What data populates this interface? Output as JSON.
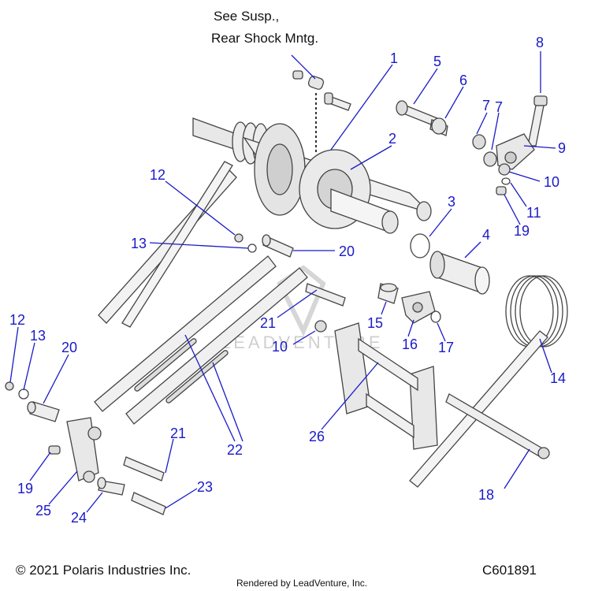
{
  "reference_note": {
    "line1": "See Susp.,",
    "line2": "Rear Shock Mntg."
  },
  "callouts": [
    {
      "id": "c1",
      "label": "1"
    },
    {
      "id": "c2",
      "label": "2"
    },
    {
      "id": "c3",
      "label": "3"
    },
    {
      "id": "c4",
      "label": "4"
    },
    {
      "id": "c5",
      "label": "5"
    },
    {
      "id": "c6",
      "label": "6"
    },
    {
      "id": "c7a",
      "label": "7"
    },
    {
      "id": "c7b",
      "label": "7"
    },
    {
      "id": "c8",
      "label": "8"
    },
    {
      "id": "c9",
      "label": "9"
    },
    {
      "id": "c10a",
      "label": "10"
    },
    {
      "id": "c10b",
      "label": "10"
    },
    {
      "id": "c11",
      "label": "11"
    },
    {
      "id": "c12a",
      "label": "12"
    },
    {
      "id": "c12b",
      "label": "12"
    },
    {
      "id": "c13a",
      "label": "13"
    },
    {
      "id": "c13b",
      "label": "13"
    },
    {
      "id": "c14",
      "label": "14"
    },
    {
      "id": "c15",
      "label": "15"
    },
    {
      "id": "c16",
      "label": "16"
    },
    {
      "id": "c17",
      "label": "17"
    },
    {
      "id": "c18",
      "label": "18"
    },
    {
      "id": "c19a",
      "label": "19"
    },
    {
      "id": "c19b",
      "label": "19"
    },
    {
      "id": "c20a",
      "label": "20"
    },
    {
      "id": "c20b",
      "label": "20"
    },
    {
      "id": "c21a",
      "label": "21"
    },
    {
      "id": "c21b",
      "label": "21"
    },
    {
      "id": "c22",
      "label": "22"
    },
    {
      "id": "c23",
      "label": "23"
    },
    {
      "id": "c24",
      "label": "24"
    },
    {
      "id": "c25",
      "label": "25"
    },
    {
      "id": "c26",
      "label": "26"
    }
  ],
  "watermark": "LEADVENTURE",
  "footer": {
    "copyright": "© 2021 Polaris Industries Inc.",
    "rendered_by": "Rendered by LeadVenture, Inc.",
    "diagram_code": "C601891"
  },
  "colors": {
    "callout": "#1a1ac8",
    "part_fill": "#e6e6e6",
    "part_stroke": "#444444"
  }
}
